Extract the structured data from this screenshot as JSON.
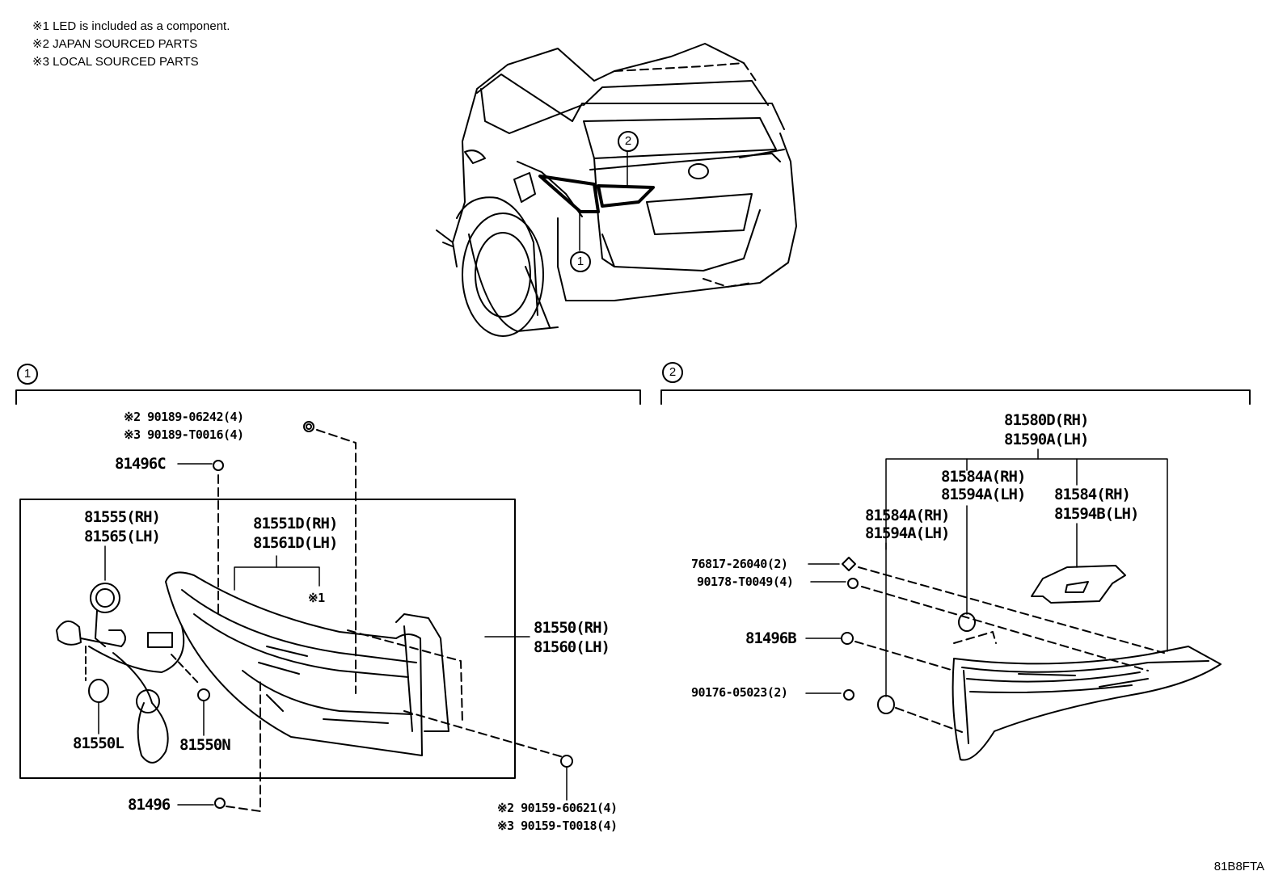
{
  "notes": [
    "※1 LED is included as a component.",
    "※2 JAPAN SOURCED PARTS",
    "※3 LOCAL SOURCED PARTS"
  ],
  "callouts": {
    "one": "1",
    "two": "2"
  },
  "section1": {
    "bolt_jp": "※2 90189-06242(4)",
    "bolt_local": "※3 90189-T0016(4)",
    "p81496c": "81496C",
    "socket_rh": "81555(RH)",
    "socket_lh": "81565(LH)",
    "lens_rh": "81551D(RH)",
    "lens_lh": "81561D(LH)",
    "led_note": "※1",
    "assy_rh": "81550(RH)",
    "assy_lh": "81560(LH)",
    "bulb_l": "81550L",
    "bulb_n": "81550N",
    "p81496": "81496",
    "nut_jp": "※2 90159-60621(4)",
    "nut_local": "※3 90159-T0018(4)"
  },
  "section2": {
    "assy_rh": "81580D(RH)",
    "assy_lh": "81590A(LH)",
    "gasket_a_rh": "81584A(RH)",
    "gasket_a_lh": "81594A(LH)",
    "gasket_b_rh": "81584A(RH)",
    "gasket_b_lh": "81594A(LH)",
    "gasket_c_rh": "81584(RH)",
    "gasket_c_lh": "81594B(LH)",
    "clip": "76817-26040(2)",
    "nut1": "90178-T0049(4)",
    "p81496b": "81496B",
    "nut2": "90176-05023(2)"
  },
  "figure_code": "81B8FTA"
}
